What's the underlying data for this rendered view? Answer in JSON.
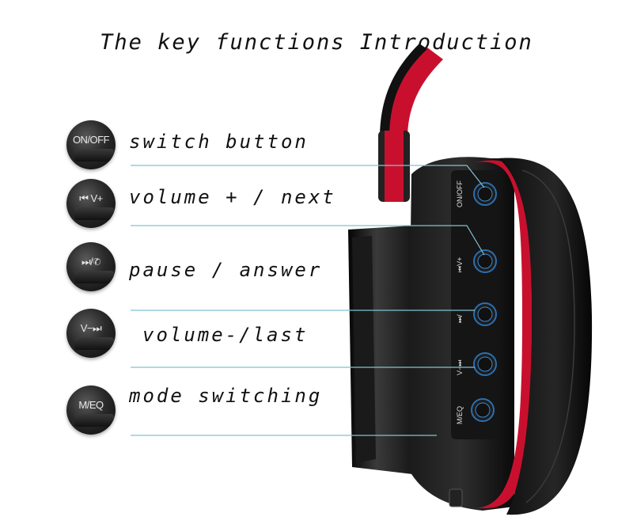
{
  "title": "The key functions Introduction",
  "functions": [
    {
      "icon_text": "ON/OFF",
      "label": "switch button",
      "icon": "power-button-icon",
      "button_text": "ON/OFF"
    },
    {
      "icon_text": "⏮ V+",
      "label": "volume + / next",
      "icon": "volume-up-next-icon",
      "button_text": "⏮V+"
    },
    {
      "icon_text": "⏭/✆",
      "label": "pause / answer",
      "icon": "pause-answer-icon",
      "button_text": "⏭/"
    },
    {
      "icon_text": "V−⏭",
      "label": "volume-/last",
      "icon": "volume-down-last-icon",
      "button_text": "V−⏭"
    },
    {
      "icon_text": "M/EQ",
      "label": "mode switching",
      "icon": "mode-eq-icon",
      "button_text": "M/EQ"
    }
  ],
  "colors": {
    "accent_red": "#c8102e",
    "leader_line": "#7fc2d2",
    "ring_blue": "#2a6fb0"
  }
}
